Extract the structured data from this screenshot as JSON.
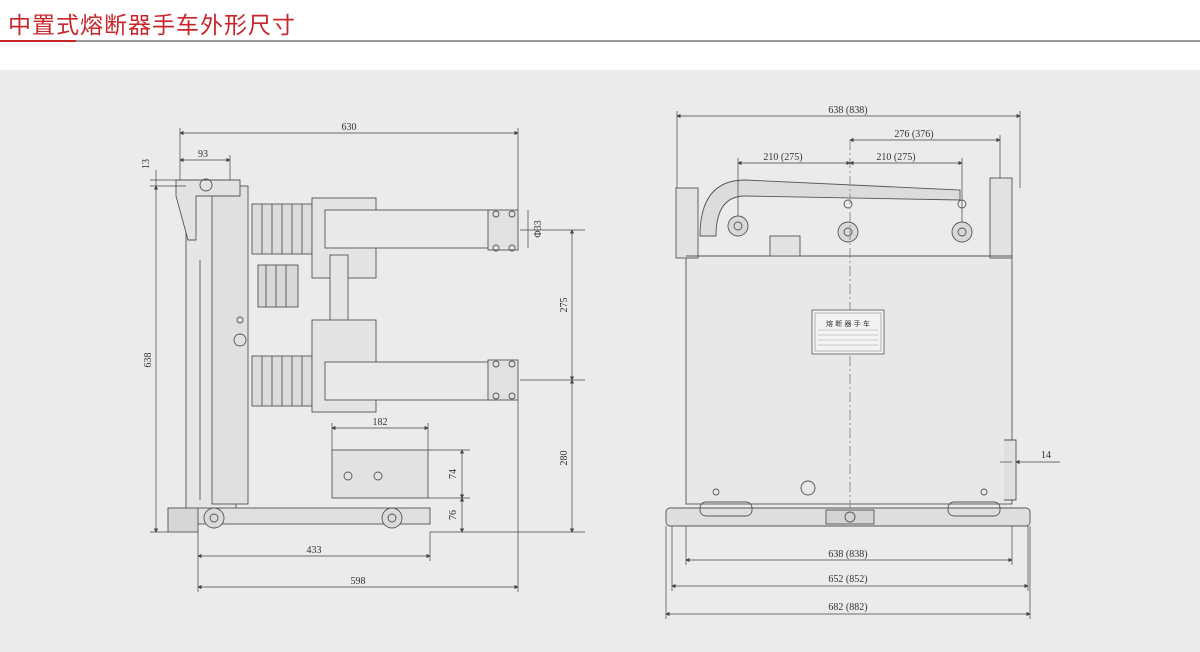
{
  "header": {
    "title": "中置式熔断器手车外形尺寸",
    "accent_color": "#c9262c"
  },
  "side_view": {
    "dimensions": {
      "overall_width": "630",
      "offset_left": "93",
      "top_offset": "13",
      "overall_height": "638",
      "contact_diameter": "Φ33",
      "phase_spacing": "275",
      "lower_height": "280",
      "bracket_width": "182",
      "bracket_height": "74",
      "wheel_height": "76",
      "wheel_base": "433",
      "base_length": "598"
    }
  },
  "front_view": {
    "dimensions": {
      "top_width": "638 (838)",
      "half_width": "276 (376)",
      "pitch_left": "210 (275)",
      "pitch_right": "210 (275)",
      "side_offset": "14",
      "body_width": "638 (838)",
      "frame_width": "652 (852)",
      "total_width": "682 (882)"
    },
    "nameplate": {
      "title": "熔 断 器 手 车"
    }
  }
}
